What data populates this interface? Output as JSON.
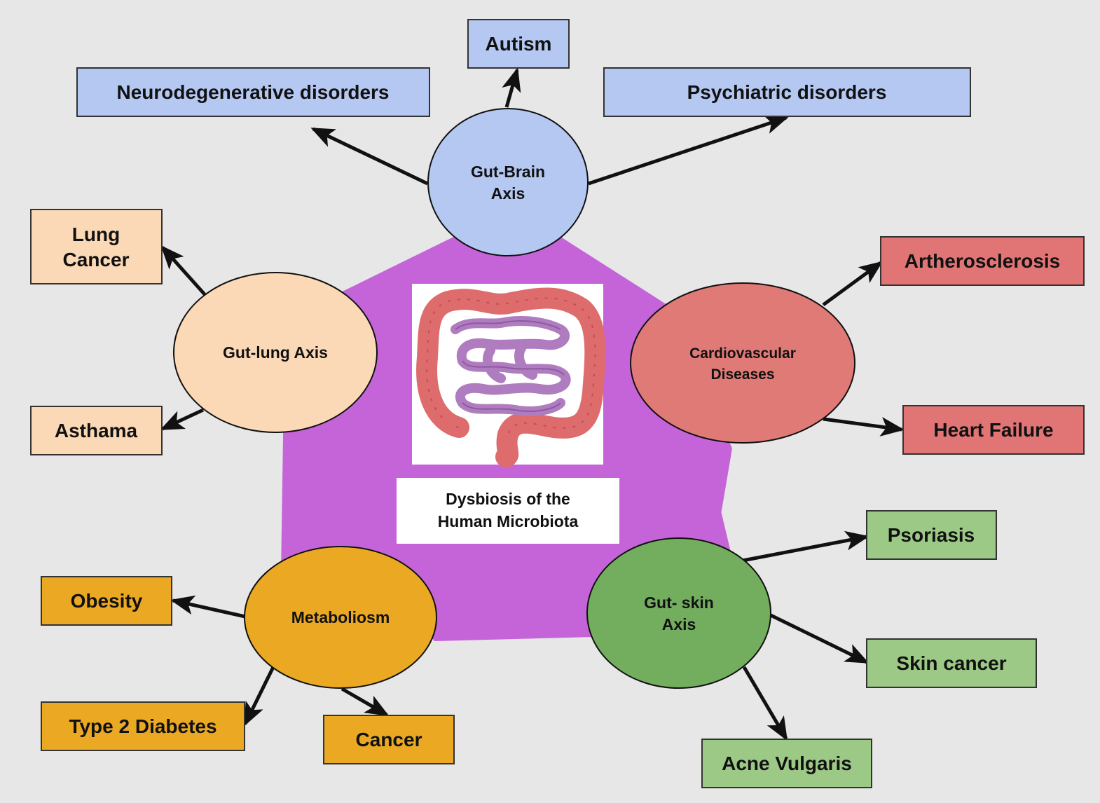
{
  "colors": {
    "background": "#e7e7e7",
    "pentagon": "#c564d9",
    "brain_fill": "#b4c8f2",
    "lung_fill": "#fbd9b6",
    "cardio_fill": "#e07a77",
    "cardio_box": "#e17575",
    "metab_fill": "#eba923",
    "skin_fill": "#73ad5e",
    "skin_box": "#9dc987",
    "intestine_outer": "#de6c6c",
    "intestine_inner": "#b07cc0"
  },
  "center": {
    "image_icon": "intestine-icon",
    "label_line1": "Dysbiosis of the",
    "label_line2": "Human Microbiota"
  },
  "axes": {
    "brain": {
      "line1": "Gut-Brain",
      "line2": "Axis"
    },
    "lung": {
      "label": "Gut-lung Axis"
    },
    "cardio": {
      "line1": "Cardiovascular",
      "line2": "Diseases"
    },
    "metab": {
      "label": "Metaboliosm"
    },
    "skin": {
      "line1": "Gut- skin",
      "line2": "Axis"
    }
  },
  "outcomes": {
    "autism": "Autism",
    "neuro": "Neurodegenerative disorders",
    "psych": "Psychiatric disorders",
    "lung_cancer_line1": "Lung",
    "lung_cancer_line2": "Cancer",
    "asthma": "Asthama",
    "artherosclerosis": "Artherosclerosis",
    "heart_failure": "Heart Failure",
    "obesity": "Obesity",
    "diabetes": "Type 2 Diabetes",
    "cancer": "Cancer",
    "psoriasis": "Psoriasis",
    "skin_cancer": "Skin cancer",
    "acne": "Acne Vulgaris"
  }
}
